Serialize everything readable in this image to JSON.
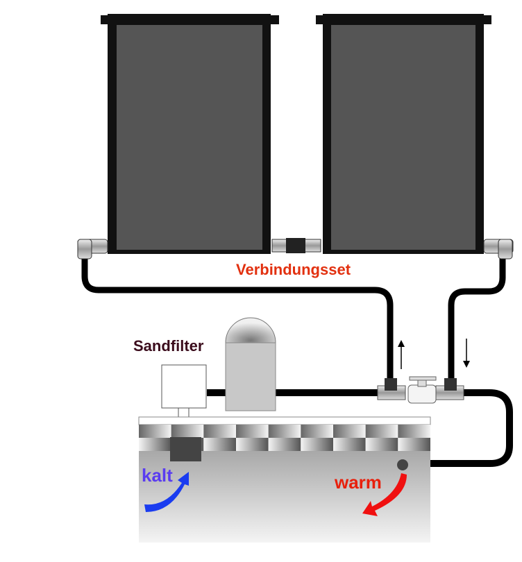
{
  "labels": {
    "connection_set": "Verbindungsset",
    "sand_filter": "Sandfilter",
    "cold": "kalt",
    "warm": "warm"
  },
  "colors": {
    "connection_set": "#e2300f",
    "sand_filter": "#3b0c1c",
    "cold": "#5a3cf0",
    "warm": "#e8200c",
    "cold_arrow": "#1a3cf0",
    "warm_arrow": "#f01010",
    "panel": "#555555"
  }
}
